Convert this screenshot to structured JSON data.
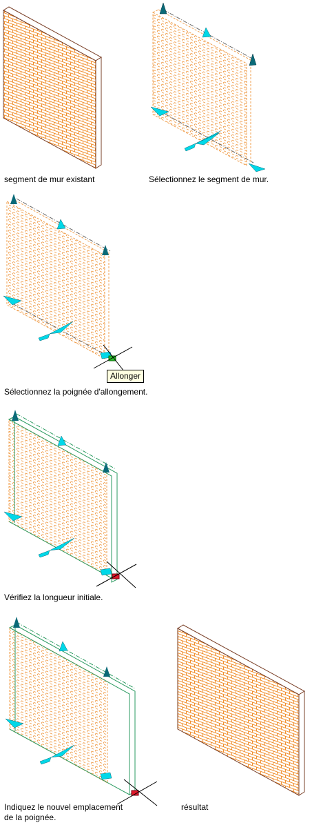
{
  "captions": {
    "step1": "segment de mur existant",
    "step2": "Sélectionnez le segment de mur.",
    "step3": "Sélectionnez la poignée d'allongement.",
    "step4": "Vérifiez la longueur initiale.",
    "step5_line1": "Indiquez le nouvel emplacement",
    "step5_line2": "de la poignée.",
    "step6": "résultat"
  },
  "tooltip": {
    "label": "Allonger"
  },
  "colors": {
    "brick": "#f08c28",
    "brick_dashed": "#f0a050",
    "outline": "#7a4028",
    "grip_blue": "#00d8e8",
    "grip_dark": "#0a6a78",
    "green_line": "#2a9a60",
    "hot_grip": "#e0182a",
    "selected_grip": "#2cc02c"
  },
  "icons": {
    "grip_arrow": "triangle-grip-icon",
    "flip_grip": "diamond-flip-icon",
    "lengthen_grip": "square-lengthen-grip-icon",
    "cursor": "crosshair-cursor-icon"
  }
}
